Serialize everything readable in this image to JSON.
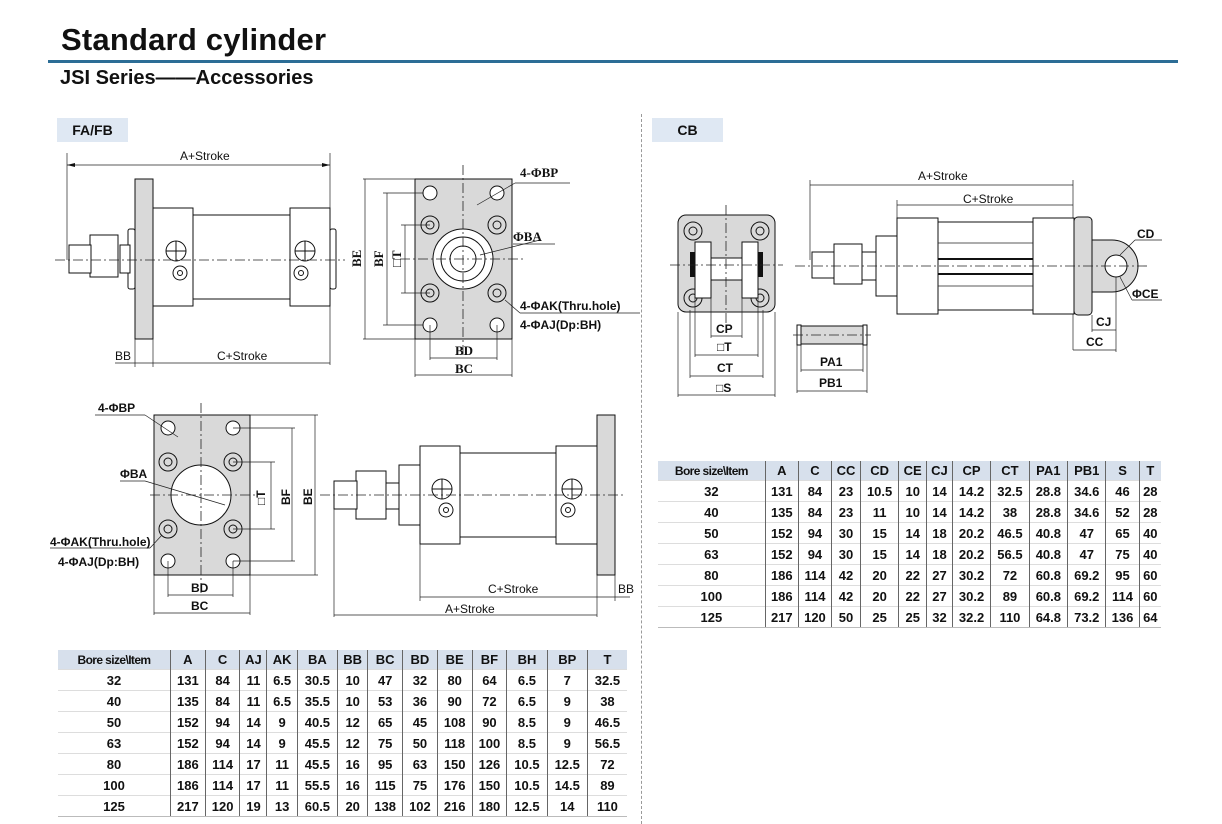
{
  "header": {
    "title": "Standard cylinder",
    "subtitle": "JSI Series——Accessories",
    "rule_color": "#2c6d96"
  },
  "sections": {
    "fafb": {
      "tag": "FA/FB",
      "drawing_labels": {
        "a_stroke": "A+Stroke",
        "c_stroke": "C+Stroke",
        "bb": "BB",
        "be": "BE",
        "bf": "BF",
        "t": "□T",
        "bd": "BD",
        "bc": "BC",
        "ba": "ΦBA",
        "bp": "4-ΦBP",
        "ak": "4-ΦAK(Thru.hole)",
        "aj": "4-ΦAJ(Dp:BH)"
      },
      "table": {
        "headers": [
          "Bore size\\Item",
          "A",
          "C",
          "AJ",
          "AK",
          "BA",
          "BB",
          "BC",
          "BD",
          "BE",
          "BF",
          "BH",
          "BP",
          "T"
        ],
        "rows": [
          [
            "32",
            "131",
            "84",
            "11",
            "6.5",
            "30.5",
            "10",
            "47",
            "32",
            "80",
            "64",
            "6.5",
            "7",
            "32.5"
          ],
          [
            "40",
            "135",
            "84",
            "11",
            "6.5",
            "35.5",
            "10",
            "53",
            "36",
            "90",
            "72",
            "6.5",
            "9",
            "38"
          ],
          [
            "50",
            "152",
            "94",
            "14",
            "9",
            "40.5",
            "12",
            "65",
            "45",
            "108",
            "90",
            "8.5",
            "9",
            "46.5"
          ],
          [
            "63",
            "152",
            "94",
            "14",
            "9",
            "45.5",
            "12",
            "75",
            "50",
            "118",
            "100",
            "8.5",
            "9",
            "56.5"
          ],
          [
            "80",
            "186",
            "114",
            "17",
            "11",
            "45.5",
            "16",
            "95",
            "63",
            "150",
            "126",
            "10.5",
            "12.5",
            "72"
          ],
          [
            "100",
            "186",
            "114",
            "17",
            "11",
            "55.5",
            "16",
            "115",
            "75",
            "176",
            "150",
            "10.5",
            "14.5",
            "89"
          ],
          [
            "125",
            "217",
            "120",
            "19",
            "13",
            "60.5",
            "20",
            "138",
            "102",
            "216",
            "180",
            "12.5",
            "14",
            "110"
          ]
        ]
      }
    },
    "cb": {
      "tag": "CB",
      "drawing_labels": {
        "a_stroke": "A+Stroke",
        "c_stroke": "C+Stroke",
        "cd": "CD",
        "ce": "ΦCE",
        "cj": "CJ",
        "cc": "CC",
        "cp": "CP",
        "t": "□T",
        "ct": "CT",
        "s": "□S",
        "pa1": "PA1",
        "pb1": "PB1"
      },
      "table": {
        "headers": [
          "Bore size\\Item",
          "A",
          "C",
          "CC",
          "CD",
          "CE",
          "CJ",
          "CP",
          "CT",
          "PA1",
          "PB1",
          "S",
          "T"
        ],
        "rows": [
          [
            "32",
            "131",
            "84",
            "23",
            "10.5",
            "10",
            "14",
            "14.2",
            "32.5",
            "28.8",
            "34.6",
            "46",
            "28"
          ],
          [
            "40",
            "135",
            "84",
            "23",
            "11",
            "10",
            "14",
            "14.2",
            "38",
            "28.8",
            "34.6",
            "52",
            "28"
          ],
          [
            "50",
            "152",
            "94",
            "30",
            "15",
            "14",
            "18",
            "20.2",
            "46.5",
            "40.8",
            "47",
            "65",
            "40"
          ],
          [
            "63",
            "152",
            "94",
            "30",
            "15",
            "14",
            "18",
            "20.2",
            "56.5",
            "40.8",
            "47",
            "75",
            "40"
          ],
          [
            "80",
            "186",
            "114",
            "42",
            "20",
            "22",
            "27",
            "30.2",
            "72",
            "60.8",
            "69.2",
            "95",
            "60"
          ],
          [
            "100",
            "186",
            "114",
            "42",
            "20",
            "22",
            "27",
            "30.2",
            "89",
            "60.8",
            "69.2",
            "114",
            "60"
          ],
          [
            "125",
            "217",
            "120",
            "50",
            "25",
            "25",
            "32",
            "32.2",
            "110",
            "64.8",
            "73.2",
            "136",
            "64"
          ]
        ]
      }
    }
  }
}
